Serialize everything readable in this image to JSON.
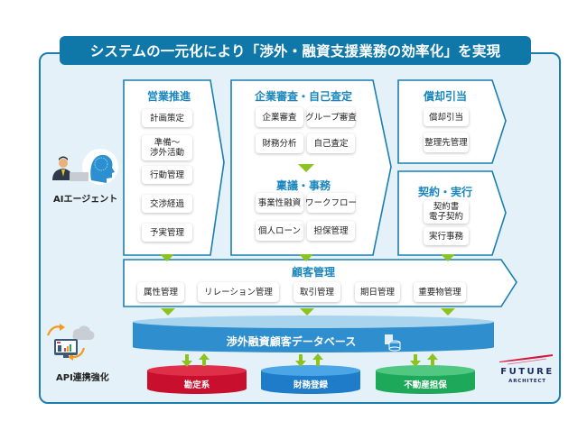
{
  "title": "システムの一元化により「渉外・融資支援業務の効率化」を実現",
  "colors": {
    "frame_bg": "#e4f1f9",
    "frame_border": "#1a7fb0",
    "title_bg": "#0f78a8",
    "heading": "#1a86bd",
    "arrow_green": "#8dc21f",
    "db_blue": "#2f8fce",
    "db_top": "#a8d4ee",
    "cyl_red": "#c8102e",
    "cyl_blue": "#1e7cc8",
    "cyl_green": "#1ea85a",
    "logo_red": "#d6163c",
    "logo_navy": "#1b2a5e"
  },
  "left": {
    "agent_label": "AIエージェント",
    "api_label": "API連携強化"
  },
  "panels": {
    "sales": {
      "heading": "営業推進",
      "items": [
        "計画策定",
        "準備～\n渉外活動",
        "行動管理",
        "交渉経過",
        "予実管理"
      ]
    },
    "review": {
      "heading": "企業審査・自己査定",
      "items": [
        "企業審査",
        "グループ審査",
        "財務分析",
        "自己査定"
      ]
    },
    "approval": {
      "heading": "稟議・事務",
      "items": [
        "事業性融資",
        "ワークフロー",
        "個人ローン",
        "担保管理"
      ]
    },
    "writeoff": {
      "heading": "償却引当",
      "items": [
        "償却引当",
        "整理先管理"
      ]
    },
    "contract": {
      "heading": "契約・実行",
      "items": [
        "契約書\n電子契約",
        "実行事務"
      ]
    },
    "customer": {
      "heading": "顧客管理",
      "items": [
        "属性管理",
        "リレーション管理",
        "取引管理",
        "期日管理",
        "重要物管理"
      ]
    }
  },
  "database": {
    "label": "渉外融資顧客データベース",
    "icon": "database-icon"
  },
  "systems": [
    {
      "label": "勘定系",
      "color": "red"
    },
    {
      "label": "財務登録",
      "color": "blue"
    },
    {
      "label": "不動産担保",
      "color": "green"
    }
  ],
  "logo": {
    "line1": "FUTURE",
    "line2": "ARCHITECT"
  }
}
